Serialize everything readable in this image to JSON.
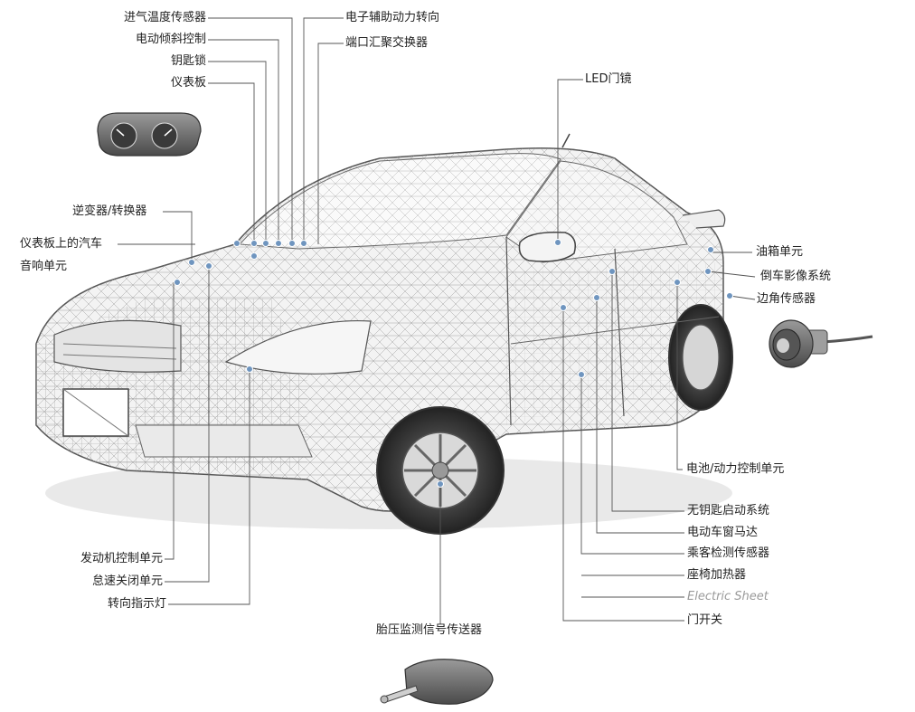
{
  "labels": {
    "intake_temp_sensor": "进气温度传感器",
    "power_tilt": "电动倾斜控制",
    "key_lock": "钥匙锁",
    "instrument_panel": "仪表板",
    "inverter_converter": "逆变器/转换器",
    "dash_audio_line1": "仪表板上的汽车",
    "dash_audio_line2": "音响单元",
    "eps": "电子辅助动力转向",
    "port_hub": "端口汇聚交换器",
    "led_mirror": "LED门镜",
    "fuel_tank_unit": "油箱单元",
    "rear_camera": "倒车影像系统",
    "corner_sensor": "边角传感器",
    "battery_unit": "电池/动力控制单元",
    "keyless_start": "无钥匙启动系统",
    "window_motor": "电动车窗马达",
    "occupant_sensor": "乘客检测传感器",
    "seat_heater": "座椅加热器",
    "electric_sheet": "Electric Sheet",
    "door_switch": "门开关",
    "engine_ecu": "发动机控制单元",
    "idle_stop": "怠速关闭单元",
    "turn_signal": "转向指示灯",
    "tpms": "胎压监测信号传送器"
  },
  "colors": {
    "leader": "#555555",
    "dot": "#6f95bf",
    "wire": "#8a8a8a",
    "car_fill": "#f2f2f2"
  }
}
